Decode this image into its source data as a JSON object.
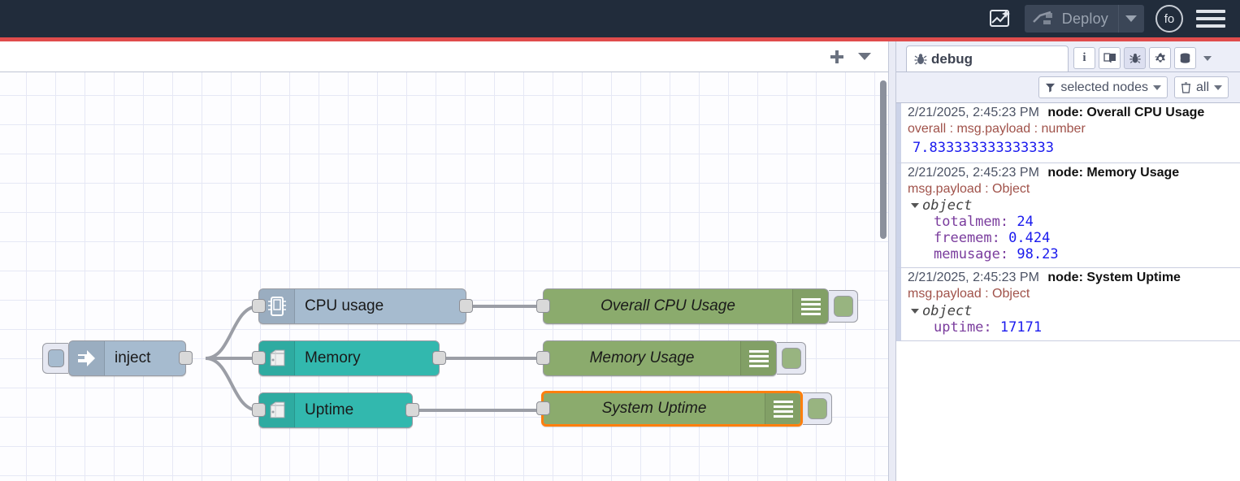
{
  "header": {
    "ai_icon": "flow-sparkle-icon",
    "deploy_label": "Deploy",
    "deploy_icon": "deploy-icon",
    "avatar_initials": "fo",
    "menu_icon": "hamburger-menu-icon",
    "accent_color": "#e04c4c",
    "bg_color": "#212c3b"
  },
  "workspace": {
    "add_tab_label": "+",
    "tab_menu_icon": "chevron-down-icon"
  },
  "flow": {
    "nodes": [
      {
        "name": "inject",
        "label": "inject",
        "type": "inject",
        "color": "#a6bbcf",
        "icon": "inject-arrow-icon"
      },
      {
        "name": "cpu-usage",
        "label": "CPU usage",
        "type": "status",
        "color": "#a6bbcf",
        "icon": "cpu-chip-icon"
      },
      {
        "name": "memory",
        "label": "Memory",
        "type": "status",
        "color": "#32b8ae",
        "icon": "server-tower-icon"
      },
      {
        "name": "uptime",
        "label": "Uptime",
        "type": "status",
        "color": "#32b8ae",
        "icon": "server-tower-icon"
      },
      {
        "name": "overall-cpu-usage",
        "label": "Overall CPU Usage",
        "type": "debug",
        "color": "#8bab6d",
        "icon": "debug-lines-icon"
      },
      {
        "name": "memory-usage",
        "label": "Memory Usage",
        "type": "debug",
        "color": "#8bab6d",
        "icon": "debug-lines-icon"
      },
      {
        "name": "system-uptime",
        "label": "System Uptime",
        "type": "debug",
        "color": "#8bab6d",
        "icon": "debug-lines-icon",
        "selected": true
      }
    ],
    "selection_color": "#ff7f0e"
  },
  "sidebar": {
    "tab_label": "debug",
    "tab_icon": "bug-icon",
    "icons": [
      {
        "name": "info-icon",
        "glyph": "i",
        "active": false
      },
      {
        "name": "help-book-icon",
        "glyph": "⌸",
        "active": false
      },
      {
        "name": "debug-bug-icon",
        "glyph": "✱",
        "active": true
      },
      {
        "name": "config-gear-icon",
        "glyph": "⚙",
        "active": false
      },
      {
        "name": "context-data-icon",
        "glyph": "≡",
        "active": false
      },
      {
        "name": "sidebar-menu-icon",
        "glyph": "▾",
        "active": false
      }
    ],
    "filter_label": "selected nodes",
    "filter_icon": "filter-icon",
    "clear_label": "all",
    "clear_icon": "trash-icon",
    "messages": [
      {
        "timestamp": "2/21/2025, 2:45:23 PM",
        "node": "node: Overall CPU Usage",
        "topic": "overall : msg.payload : number",
        "kind": "value",
        "value": "7.833333333333333"
      },
      {
        "timestamp": "2/21/2025, 2:45:23 PM",
        "node": "node: Memory Usage",
        "topic": "msg.payload : Object",
        "kind": "object",
        "object_label": "object",
        "rows": [
          {
            "key": "totalmem:",
            "value": "24"
          },
          {
            "key": "freemem:",
            "value": "0.424"
          },
          {
            "key": "memusage:",
            "value": "98.23"
          }
        ]
      },
      {
        "timestamp": "2/21/2025, 2:45:23 PM",
        "node": "node: System Uptime",
        "topic": "msg.payload : Object",
        "kind": "object",
        "object_label": "object",
        "rows": [
          {
            "key": "uptime:",
            "value": "17171"
          }
        ]
      }
    ]
  }
}
